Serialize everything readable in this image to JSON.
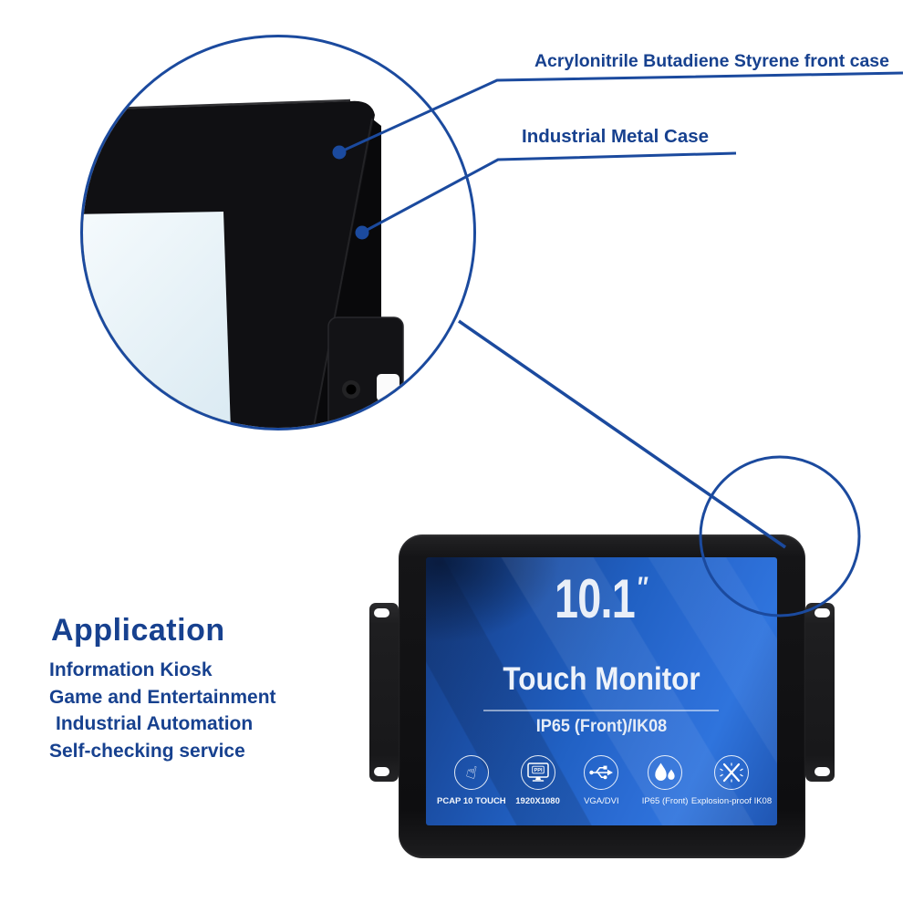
{
  "colors": {
    "accent_blue": "#1b4a9e",
    "label_blue": "#17418f",
    "monitor_black": "#141416",
    "screen_blue": "#2264ca",
    "screen_text": "#e9eff8"
  },
  "callouts": {
    "front_case_label": "Acrylonitrile Butadiene Styrene front case",
    "metal_case_label": "Industrial Metal Case"
  },
  "application": {
    "title": "Application",
    "items": [
      "Information Kiosk",
      "Game and Entertainment",
      "Industrial Automation",
      "Self-checking service"
    ]
  },
  "monitor": {
    "size_value": "10.1",
    "size_unit": "″",
    "title": "Touch Monitor",
    "subtitle": "IP65 (Front)/IK08",
    "features": [
      {
        "icon": "touch-gesture-icon",
        "label": "PCAP 10 TOUCH"
      },
      {
        "icon": "resolution-screen-icon",
        "label": "1920X1080"
      },
      {
        "icon": "usb-connector-icon",
        "label": "VGA/DVI"
      },
      {
        "icon": "water-drops-icon",
        "label": "IP65 (Front)"
      },
      {
        "icon": "explosion-proof-icon",
        "label": "Explosion-proof IK08"
      }
    ]
  }
}
